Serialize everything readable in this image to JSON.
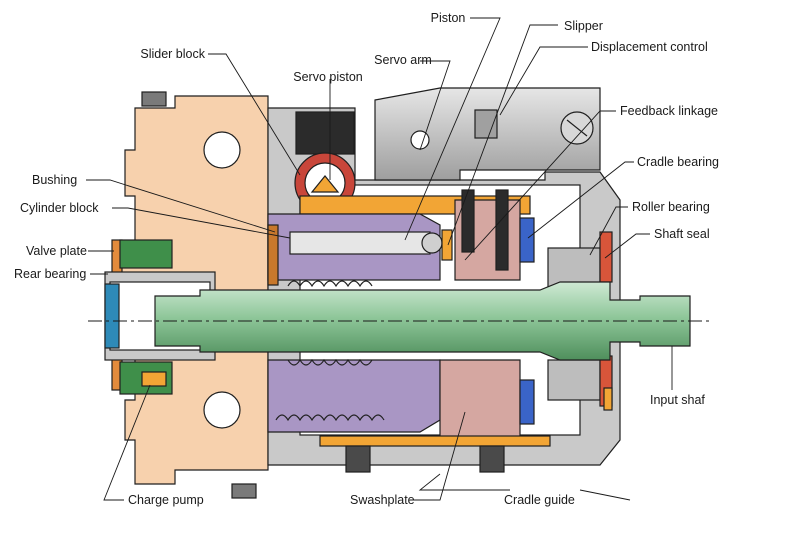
{
  "labels": {
    "slider_block": "Slider block",
    "servo_piston": "Servo piston",
    "servo_arm": "Servo arm",
    "piston": "Piston",
    "slipper": "Slipper",
    "displacement_control": "Displacement control",
    "feedback_linkage": "Feedback linkage",
    "cradle_bearing": "Cradle bearing",
    "bushing": "Bushing",
    "cylinder_block": "Cylinder block",
    "roller_bearing": "Roller bearing",
    "shaft_seal": "Shaft seal",
    "valve_plate": "Valve plate",
    "rear_bearing": "Rear bearing",
    "input_shaft": "Input shaf",
    "charge_pump": "Charge pump",
    "swashplate": "Swashplate",
    "cradle_guide": "Cradle guide"
  },
  "colors": {
    "housing": "#f7d1ad",
    "housing_gray": "#c9c9c9",
    "shaft": "#8fc79a",
    "cylinder": "#a996c4",
    "swashplate": "#d5a7a1",
    "slider": "#f2a535",
    "charge_pump": "#3f8f4a",
    "bushing": "#c8782c",
    "seal_red": "#d8553a",
    "seal_blue": "#3a64c8",
    "servo_red": "#c8463a",
    "outline": "#1f1f1f"
  }
}
